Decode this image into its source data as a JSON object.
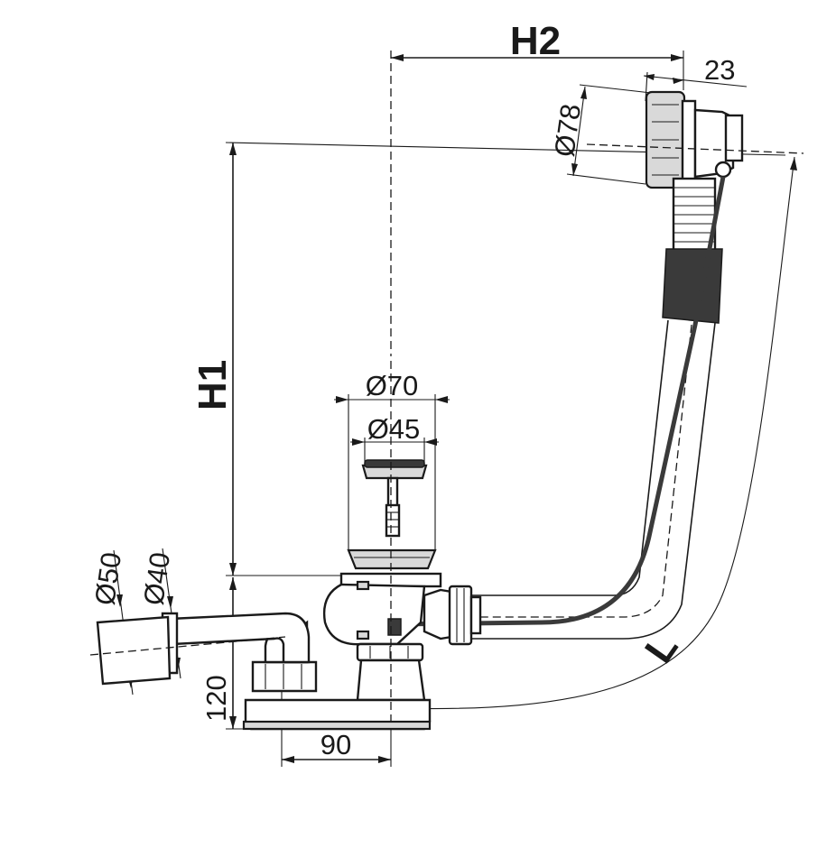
{
  "labels": {
    "h2": "H2",
    "h1": "H1",
    "l": "L",
    "d23": "23",
    "d78": "Ø78",
    "d70": "Ø70",
    "d45": "Ø45",
    "d50": "Ø50",
    "d40": "Ø40",
    "d120": "120",
    "d90": "90"
  },
  "colors": {
    "line": "#1a1a1a",
    "part_fill": "#d9d9d9",
    "cable": "#3a3a3a"
  }
}
